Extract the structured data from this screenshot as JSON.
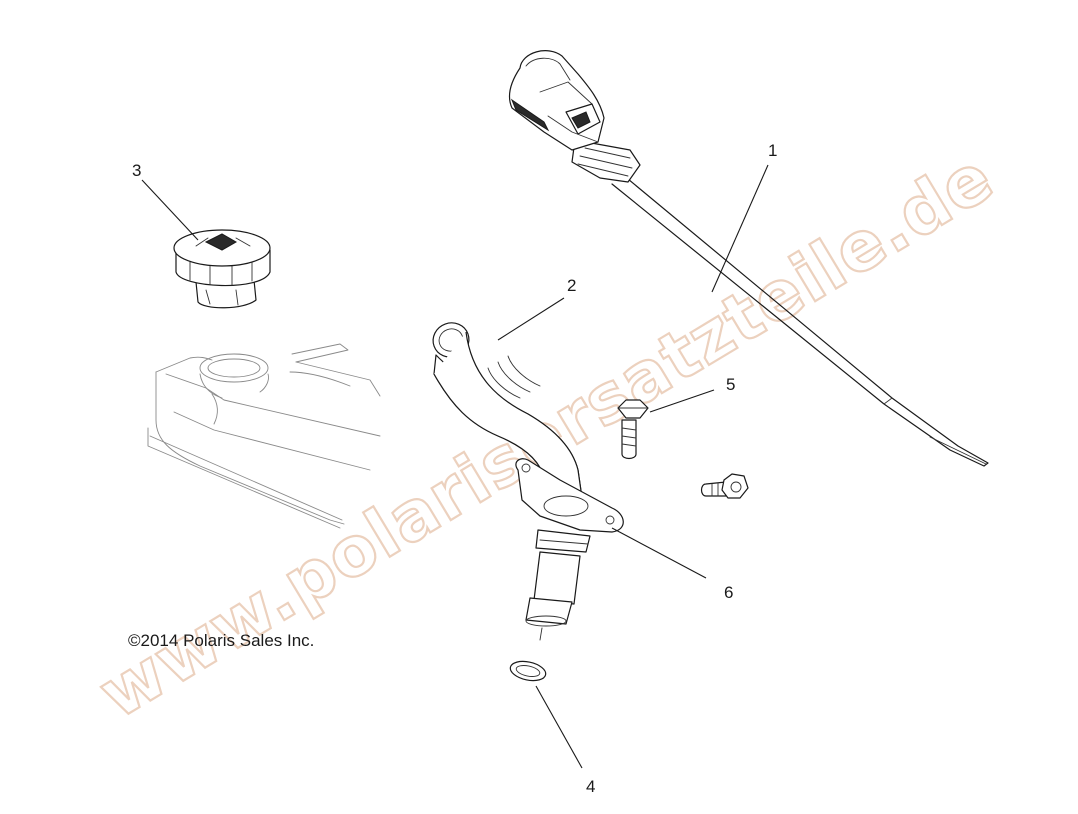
{
  "callouts": {
    "c1": "1",
    "c2": "2",
    "c3": "3",
    "c4": "4",
    "c5": "5",
    "c6": "6"
  },
  "copyright": "©2014 Polaris Sales Inc.",
  "watermark": "www.polarisersatzteile.de",
  "colors": {
    "line": "#1a1a1a",
    "watermark": "#e9c9b3",
    "background": "#ffffff"
  }
}
